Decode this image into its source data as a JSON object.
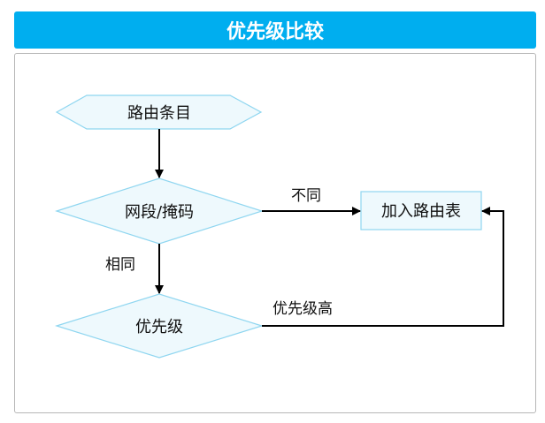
{
  "title": "优先级比较",
  "nodes": {
    "route_entry": "路由条目",
    "network_mask": "网段/掩码",
    "priority": "优先级",
    "add_route": "加入路由表"
  },
  "edges": {
    "different": "不同",
    "same": "相同",
    "higher_priority": "优先级高"
  },
  "colors": {
    "title_bg": "#00aeef",
    "node_fill": "#eef9fd",
    "node_stroke": "#8fd6f0",
    "arrow": "#000000"
  }
}
